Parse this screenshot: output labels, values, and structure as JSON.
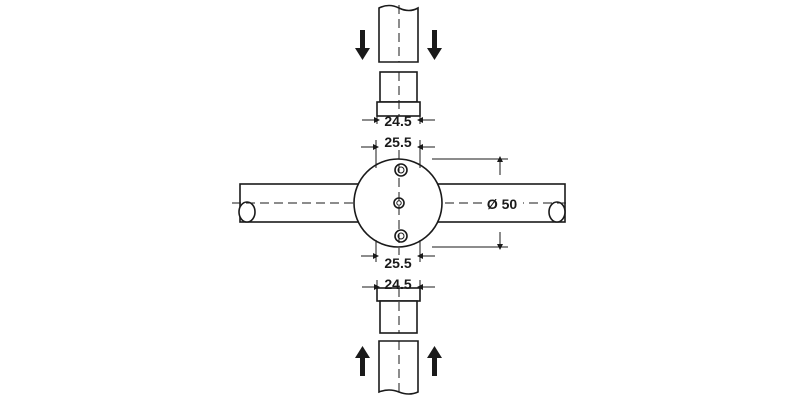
{
  "dimensions": {
    "top_sleeve_width": "24.5",
    "top_plate_spacing": "25.5",
    "bottom_plate_spacing": "25.5",
    "bottom_sleeve_width": "24.5",
    "plate_diameter": "Ø 50"
  }
}
